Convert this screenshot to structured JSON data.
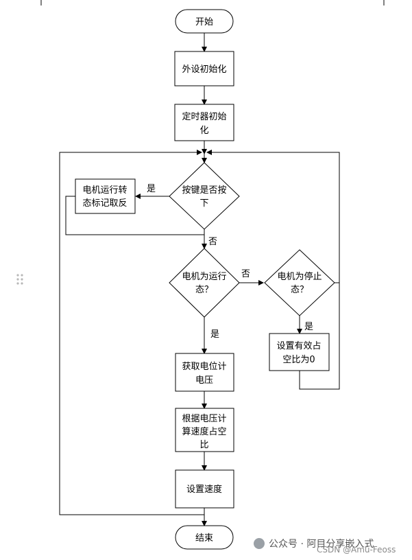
{
  "nodes": {
    "start": "开始",
    "periph_init": "外设初始化",
    "timer_init": [
      "定时器初始",
      "化"
    ],
    "key_pressed": [
      "按键是否按",
      "下"
    ],
    "toggle_state": [
      "电机运行转",
      "态标记取反"
    ],
    "motor_running": [
      "电机为运行",
      "态？"
    ],
    "motor_stopped": [
      "电机为停止",
      "态？"
    ],
    "set_duty_zero": [
      "设置有效占",
      "空比为0"
    ],
    "read_pot": [
      "获取电位计",
      "电压"
    ],
    "calc_duty": [
      "根据电压计",
      "算速度占空",
      "比"
    ],
    "set_speed": "设置速度",
    "end": "结束"
  },
  "labels": {
    "key_yes": "是",
    "key_no": "否",
    "running_no": "否",
    "running_yes": "是",
    "stopped_yes": "是"
  },
  "watermark": {
    "wechat": "公众号 · 阿目分享嵌入式",
    "csdn": "CSDN @Amu-Feoss"
  }
}
